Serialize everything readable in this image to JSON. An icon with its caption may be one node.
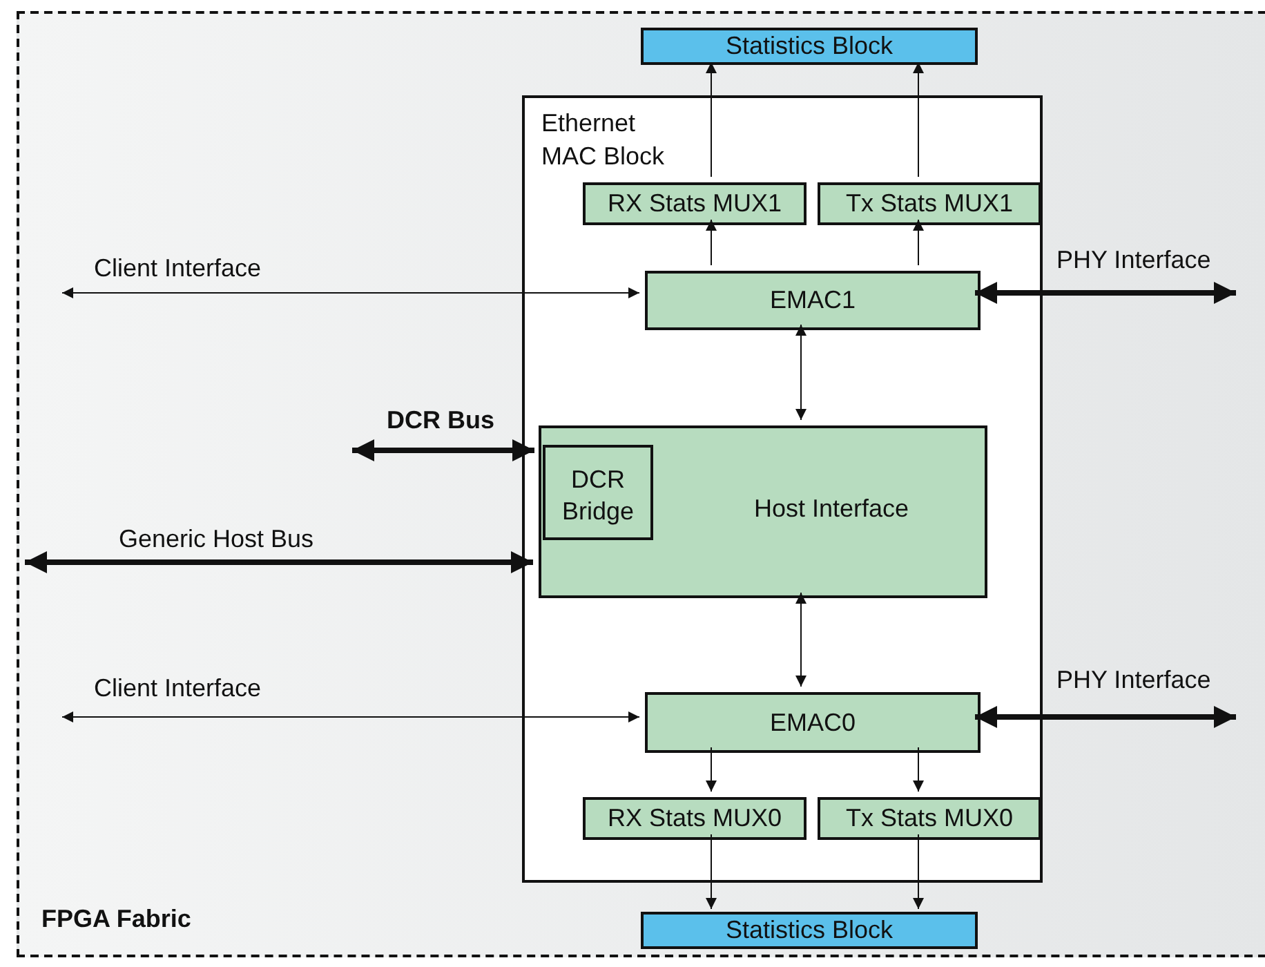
{
  "diagram": {
    "nodes": [
      {
        "text": [
          "FPGA Fabric"
        ]
      },
      {
        "text": [
          "Statistics Block"
        ],
        "in": 0
      },
      {
        "text": [
          "Ethernet MAC Block"
        ],
        "in": 0
      },
      {
        "text": [
          "RX Stats MUX1"
        ],
        "in": 2
      },
      {
        "text": [
          "Tx Stats MUX1"
        ],
        "in": 2
      },
      {
        "text": [
          "EMAC1"
        ],
        "in": 2
      },
      {
        "text": [
          "Host Interface"
        ],
        "in": 2
      },
      {
        "text": [
          "DCR Bridge"
        ],
        "in": 6
      },
      {
        "text": [
          "EMAC0"
        ],
        "in": 2
      },
      {
        "text": [
          "RX Stats MUX0"
        ],
        "in": 2
      },
      {
        "text": [
          "Tx Stats MUX0"
        ],
        "in": 2
      },
      {
        "text": [
          "Statistics Block"
        ],
        "in": 0
      }
    ],
    "edges": [
      {
        "from": null,
        "to": 5,
        "arrow": "both",
        "label": "Client Interface"
      },
      {
        "from": 5,
        "to": null,
        "arrow": "both",
        "label": "PHY Interface",
        "style": "thick"
      },
      {
        "from": 5,
        "to": 3,
        "arrow": "to"
      },
      {
        "from": 5,
        "to": 4,
        "arrow": "to"
      },
      {
        "from": 3,
        "to": 1,
        "arrow": "to"
      },
      {
        "from": 4,
        "to": 1,
        "arrow": "to"
      },
      {
        "from": 5,
        "to": 6,
        "arrow": "both"
      },
      {
        "from": null,
        "to": 7,
        "arrow": "both",
        "label": "DCR Bus",
        "style": "thick"
      },
      {
        "from": null,
        "to": 6,
        "arrow": "both",
        "label": "Generic Host Bus",
        "style": "thick"
      },
      {
        "from": 6,
        "to": 8,
        "arrow": "both"
      },
      {
        "from": null,
        "to": 8,
        "arrow": "both",
        "label": "Client Interface"
      },
      {
        "from": 8,
        "to": null,
        "arrow": "both",
        "label": "PHY Interface",
        "style": "thick"
      },
      {
        "from": 8,
        "to": 9,
        "arrow": "to"
      },
      {
        "from": 8,
        "to": 10,
        "arrow": "to"
      },
      {
        "from": 9,
        "to": 11,
        "arrow": "to"
      },
      {
        "from": 10,
        "to": 11,
        "arrow": "to"
      }
    ]
  }
}
